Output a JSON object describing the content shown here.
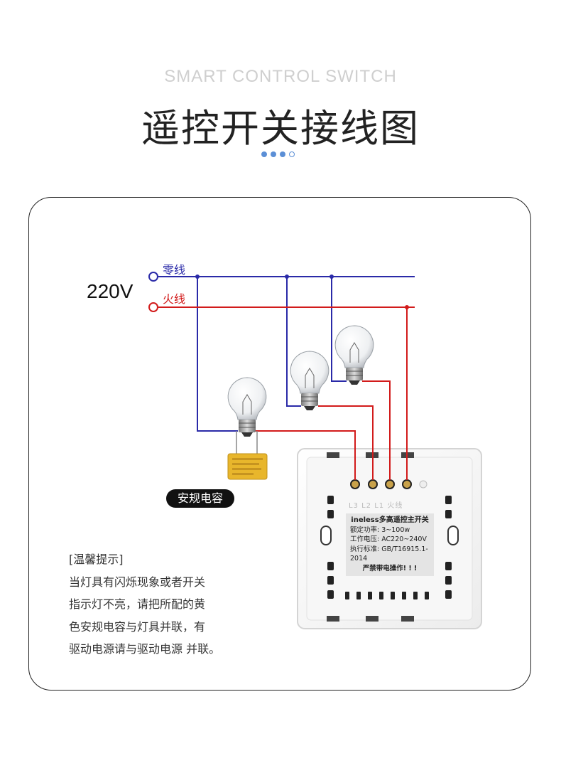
{
  "header": {
    "subtitle": "SMART CONTROL SWITCH",
    "title": "遥控开关接线图"
  },
  "diagram": {
    "voltage": "220V",
    "neutral_label": "零线",
    "live_label": "火线",
    "neutral_color": "#2a2aa8",
    "live_color": "#d21b1b",
    "capacitor_label": "安规电容",
    "terminals_label": "L3  L2  L1  火线",
    "plate": {
      "title": "ineless多高遥控主开关",
      "power": "额定功率: 3~100w",
      "voltage": "工作电压: AC220~240V",
      "standard": "执行标准: GB/T16915.1-2014",
      "warning": "严禁带电操作! ! !"
    }
  },
  "tips": {
    "heading": "[温馨提示]",
    "line1": "当灯具有闪烁现象或者开关",
    "line2": "指示灯不亮，请把所配的黄",
    "line3": "色安规电容与灯具并联，有",
    "line4": "驱动电源请与驱动电源 并联。"
  }
}
